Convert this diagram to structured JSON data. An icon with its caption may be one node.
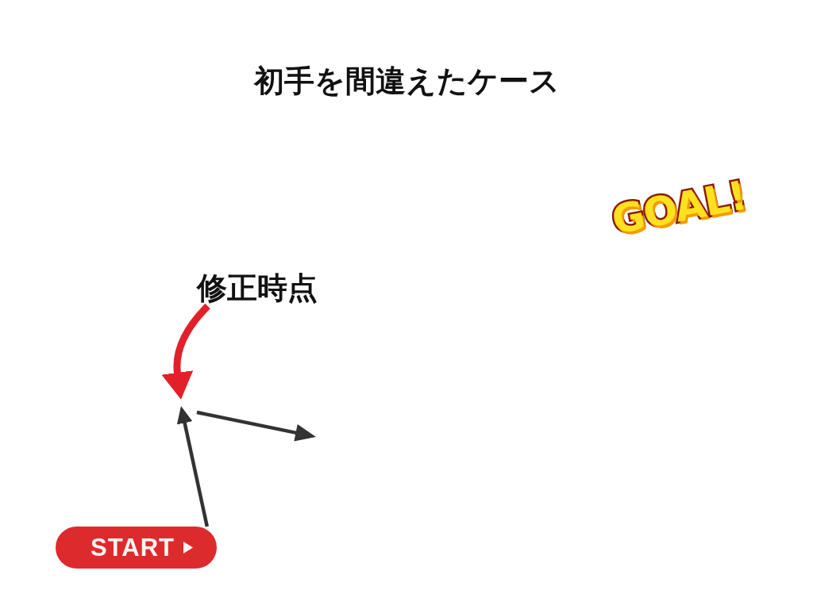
{
  "diagram": {
    "title": "初手を間違えたケース",
    "nodes": [
      {
        "text": [
          "START"
        ]
      },
      {
        "text": [
          "修正時点"
        ]
      }
    ],
    "edges": [
      {
        "from": 0,
        "to": null,
        "arrow": "to"
      },
      {
        "from": 1,
        "to": null,
        "arrow": "to",
        "style": "thick",
        "color": "#e3202a"
      }
    ],
    "labels": [
      "GOAL!"
    ]
  }
}
